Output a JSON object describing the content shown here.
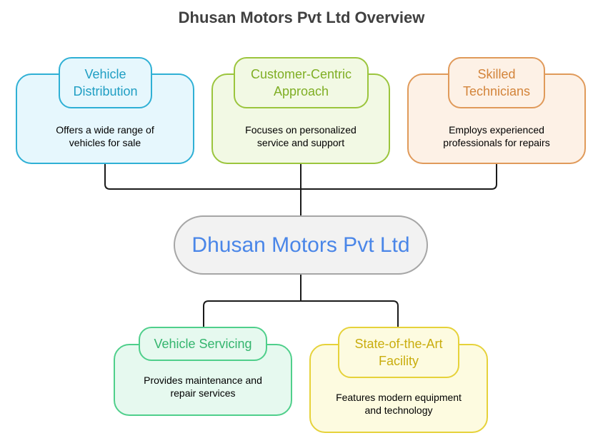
{
  "title": "Dhusan Motors Pvt Ltd Overview",
  "center": {
    "label": "Dhusan Motors Pvt Ltd"
  },
  "top_nodes": [
    {
      "title": "Vehicle Distribution",
      "description": "Offers a wide range of vehicles for sale",
      "color": "#2fb0d5"
    },
    {
      "title": "Customer-Centric Approach",
      "description": "Focuses on personalized service and support",
      "color": "#9bc53d"
    },
    {
      "title": "Skilled Technicians",
      "description": "Employs experienced professionals for repairs",
      "color": "#e09a5a"
    }
  ],
  "bottom_nodes": [
    {
      "title": "Vehicle Servicing",
      "description": "Provides maintenance and repair services",
      "color": "#4fcf8b"
    },
    {
      "title": "State-of-the-Art Facility",
      "description": "Features modern equipment and technology",
      "color": "#e6d23a"
    }
  ]
}
